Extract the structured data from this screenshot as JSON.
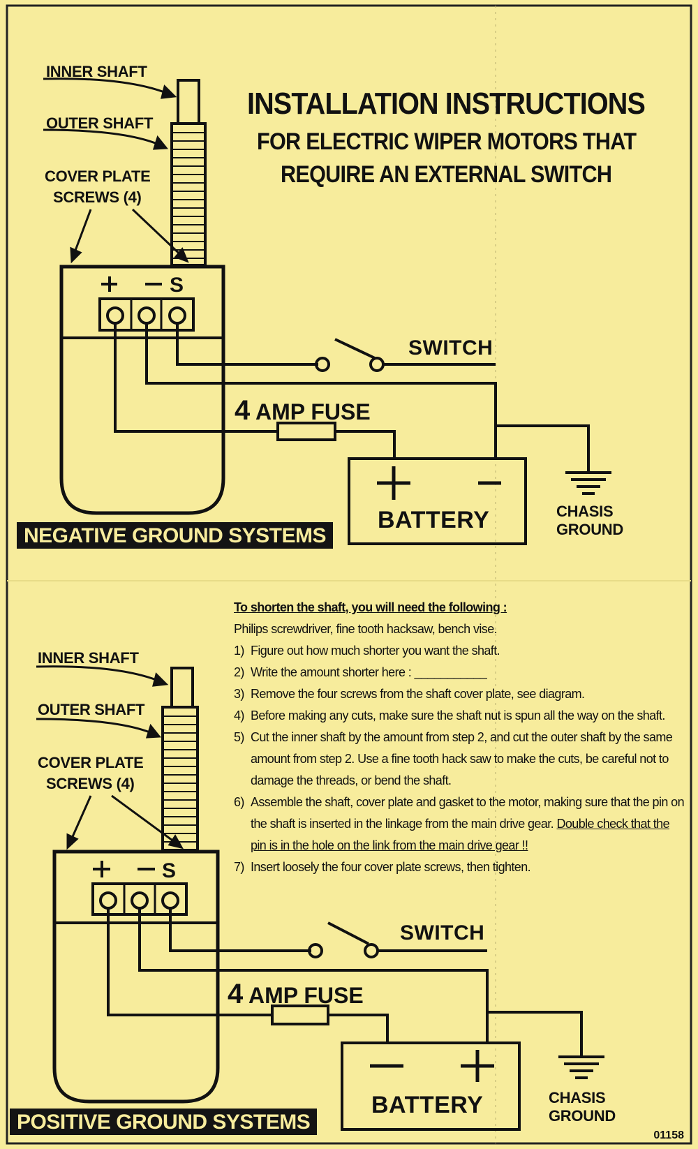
{
  "title": {
    "line1": "INSTALLATION INSTRUCTIONS",
    "line2": "FOR ELECTRIC WIPER MOTORS THAT",
    "line3": "REQUIRE AN EXTERNAL SWITCH"
  },
  "negative": {
    "inner_shaft": "INNER SHAFT",
    "outer_shaft": "OUTER SHAFT",
    "cover_plate": "COVER PLATE",
    "screws": "SCREWS (4)",
    "terminals": "+ − S",
    "switch": "SWITCH",
    "fuse_num": "4",
    "fuse_text": "AMP FUSE",
    "battery": "BATTERY",
    "battery_left": "+",
    "battery_right": "−",
    "chasis": "CHASIS",
    "ground": "GROUND",
    "banner": "NEGATIVE GROUND SYSTEMS"
  },
  "positive": {
    "inner_shaft": "INNER SHAFT",
    "outer_shaft": "OUTER SHAFT",
    "cover_plate": "COVER PLATE",
    "screws": "SCREWS (4)",
    "terminals": "+ − S",
    "switch": "SWITCH",
    "fuse_num": "4",
    "fuse_text": "AMP FUSE",
    "battery": "BATTERY",
    "battery_left": "−",
    "battery_right": "+",
    "chasis": "CHASIS",
    "ground": "GROUND",
    "banner": "POSITIVE GROUND SYSTEMS"
  },
  "instructions": {
    "heading": "To shorten the shaft, you will need the following :",
    "tools": "Philips screwdriver, fine tooth hacksaw, bench vise.",
    "steps": [
      {
        "num": "1)",
        "text": "Figure out how much shorter you want the shaft."
      },
      {
        "num": "2)",
        "text": "Write the amount shorter here : ___________"
      },
      {
        "num": "3)",
        "text": "Remove the four screws from the shaft cover plate, see diagram."
      },
      {
        "num": "4)",
        "text": "Before making any cuts, make sure the shaft nut is spun all the way on the shaft."
      },
      {
        "num": "5)",
        "text": "Cut the inner shaft by the amount from step 2, and cut the outer shaft by the same"
      },
      {
        "num": "",
        "text": "amount from step 2. Use a fine tooth hack saw to make the cuts, be careful not to"
      },
      {
        "num": "",
        "text": "damage the threads, or bend the shaft."
      },
      {
        "num": "6)",
        "text": "Assemble the shaft, cover plate and gasket to the motor, making sure that the pin on"
      },
      {
        "num": "",
        "text": "the shaft is inserted in the linkage from the main drive gear."
      },
      {
        "num": "",
        "text": "pin is in the hole on the link from the main drive gear !!"
      },
      {
        "num": "7)",
        "text": "Insert loosely the four cover plate screws, then tighten."
      }
    ],
    "emphasis": "Double check that the"
  },
  "code": "01158"
}
